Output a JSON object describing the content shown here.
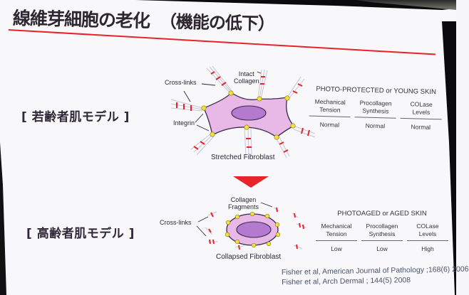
{
  "slide": {
    "title": "線維芽細胞の老化",
    "title_sub": "（機能の低下）",
    "accent_color": "#e8232a",
    "cell_fill": "#e8b8e6",
    "nucleus_fill": "#b37ad0",
    "integrin_color": "#f2e23a",
    "arrow_color": "#e8232a"
  },
  "young": {
    "model_label": "[ 若齢者肌モデル ]",
    "diagram": {
      "cross_links": "Cross-links",
      "intact_collagen_1": "Intact",
      "intact_collagen_2": "Collagen",
      "integrin": "Integrin",
      "caption": "Stretched Fibroblast"
    },
    "panel": {
      "heading": "PHOTO-PROTECTED or YOUNG SKIN",
      "columns": [
        {
          "h1": "Mechanical",
          "h2": "Tension",
          "value": "Normal"
        },
        {
          "h1": "Procollagen",
          "h2": "Synthesis",
          "value": "Normal"
        },
        {
          "h1": "COLase",
          "h2": "Levels",
          "value": "Normal"
        }
      ]
    }
  },
  "aged": {
    "model_label": "[ 高齢者肌モデル ]",
    "diagram": {
      "cross_links": "Cross-links",
      "fragments_1": "Collagen",
      "fragments_2": "Fragments",
      "caption": "Collapsed Fibroblast"
    },
    "panel": {
      "heading": "PHOTOAGED or AGED SKIN",
      "columns": [
        {
          "h1": "Mechanical",
          "h2": "Tension",
          "value": "Low"
        },
        {
          "h1": "Procollagen",
          "h2": "Synthesis",
          "value": "Low"
        },
        {
          "h1": "COLase",
          "h2": "Levels",
          "value": "High"
        }
      ]
    }
  },
  "references": [
    "Fisher et al,  American Journal of Pathology ;168(6) 2006",
    "Fisher et al,  Arch Dermal ; 144(5) 2008"
  ]
}
